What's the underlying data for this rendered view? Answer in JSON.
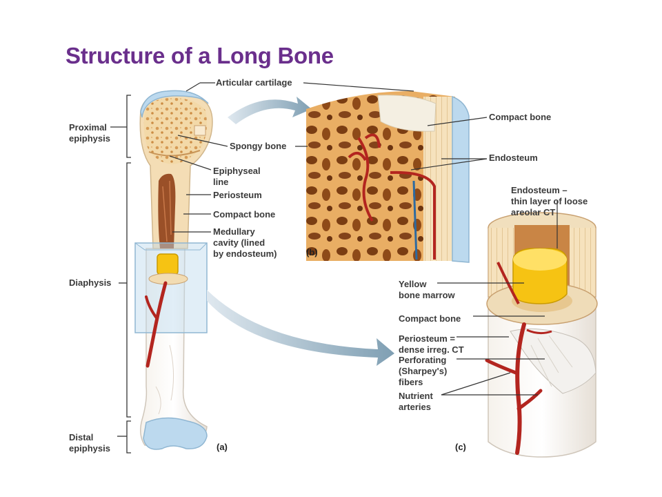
{
  "title": "Structure of a Long Bone",
  "labels": {
    "articular_cartilage": "Articular cartilage",
    "proximal_epiphysis": "Proximal\nepiphysis",
    "spongy_bone": "Spongy bone",
    "epiphyseal_line": "Epiphyseal\nline",
    "periosteum": "Periosteum",
    "compact_bone_a": "Compact bone",
    "medullary_cavity": "Medullary\ncavity (lined\nby endosteum)",
    "diaphysis": "Diaphysis",
    "distal_epiphysis": "Distal\nepiphysis",
    "compact_bone_b": "Compact bone",
    "endosteum_b": "Endosteum",
    "endosteum_c": "Endosteum –\nthin layer of loose\nareolar CT",
    "yellow_marrow": "Yellow\nbone marrow",
    "compact_bone_c": "Compact bone",
    "periosteum_c": "Periosteum =\ndense irreg. CT",
    "perforating_fibers": "Perforating\n(Sharpey's)\nfibers",
    "nutrient_arteries": "Nutrient\narteries"
  },
  "panels": {
    "a": "(a)",
    "b": "(b)",
    "c": "(c)"
  },
  "colors": {
    "title": "#6a2f8c",
    "bone": "#f4ddb5",
    "spongy": "#d9a45f",
    "cartilage": "#bcd9ee",
    "marrow": "#f6c313",
    "artery": "#b3251f"
  }
}
